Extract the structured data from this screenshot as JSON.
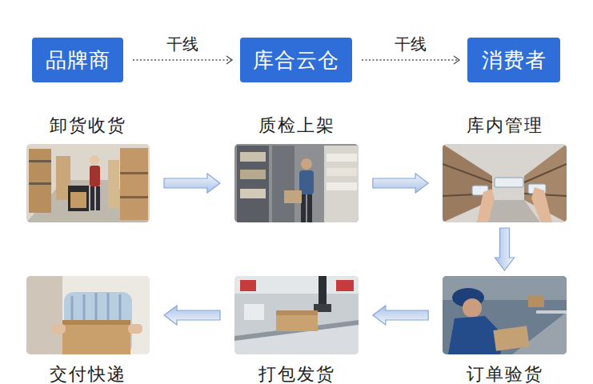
{
  "diagram": {
    "nodes": [
      {
        "text": [
          "品牌商"
        ]
      },
      {
        "text": [
          "库合云仓"
        ]
      },
      {
        "text": [
          "消费者"
        ]
      },
      {
        "text": [
          "卸货收货"
        ]
      },
      {
        "text": [
          "质检上架"
        ]
      },
      {
        "text": [
          "库内管理"
        ]
      },
      {
        "text": [
          "交付快递"
        ]
      },
      {
        "text": [
          "打包发货"
        ]
      },
      {
        "text": [
          "订单验货"
        ]
      }
    ],
    "edges": [
      {
        "from": 0,
        "to": 1,
        "label": "干线",
        "arrow": "to"
      },
      {
        "from": 1,
        "to": 2,
        "label": "干线",
        "arrow": "to"
      },
      {
        "from": 3,
        "to": 4,
        "arrow": "to"
      },
      {
        "from": 4,
        "to": 5,
        "arrow": "to"
      },
      {
        "from": 5,
        "to": 8,
        "arrow": "to"
      },
      {
        "from": 8,
        "to": 7,
        "arrow": "to"
      },
      {
        "from": 7,
        "to": 6,
        "arrow": "to"
      }
    ]
  }
}
